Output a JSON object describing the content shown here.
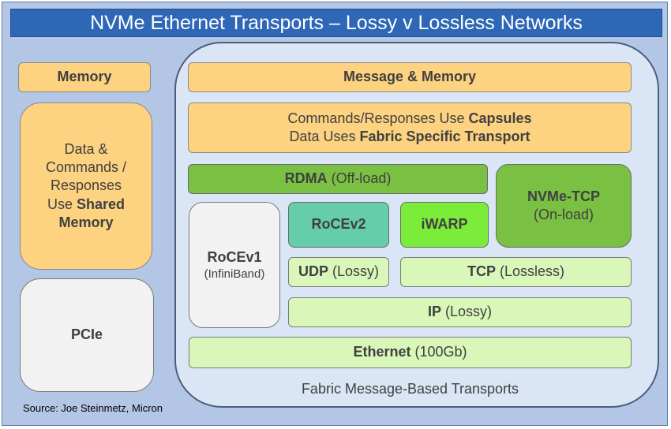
{
  "title": "NVMe Ethernet Transports – Lossy v Lossless Networks",
  "left": {
    "memory": "Memory",
    "data_cmd_line1": "Data &",
    "data_cmd_line2": "Commands /",
    "data_cmd_line3": "Responses",
    "data_cmd_line4_pre": "Use ",
    "data_cmd_line4_bold": "Shared",
    "data_cmd_line5_bold": "Memory",
    "pcie": "PCIe"
  },
  "fabric": {
    "message_memory": "Message & Memory",
    "capsules_line1_pre": "Commands/Responses Use ",
    "capsules_line1_bold": "Capsules",
    "capsules_line2_pre": "Data Uses ",
    "capsules_line2_bold": "Fabric Specific Transport",
    "rdma_bold": "RDMA",
    "rdma_rest": " (Off-load)",
    "nvme_tcp": "NVMe-TCP",
    "nvme_tcp_sub": "(On-load)",
    "rocev1": "RoCEv1",
    "rocev1_sub": "(InfiniBand)",
    "rocev2": "RoCEv2",
    "iwarp": "iWARP",
    "udp_bold": "UDP",
    "udp_rest": " (Lossy)",
    "tcp_bold": "TCP",
    "tcp_rest": " (Lossless)",
    "ip_bold": "IP",
    "ip_rest": " (Lossy)",
    "ethernet_bold": "Ethernet",
    "ethernet_rest": " (100Gb)",
    "caption": "Fabric Message-Based Transports"
  },
  "source": "Source: Joe Steinmetz, Micron",
  "colors": {
    "title_bg": "#2d67b6",
    "background": "#b3c6e5",
    "orange": "#fdd281",
    "rdma_green": "#7ac143",
    "rocev2_teal": "#66cdaa",
    "iwarp_lime": "#7cec3a",
    "pale_green": "#d9f7b9"
  }
}
